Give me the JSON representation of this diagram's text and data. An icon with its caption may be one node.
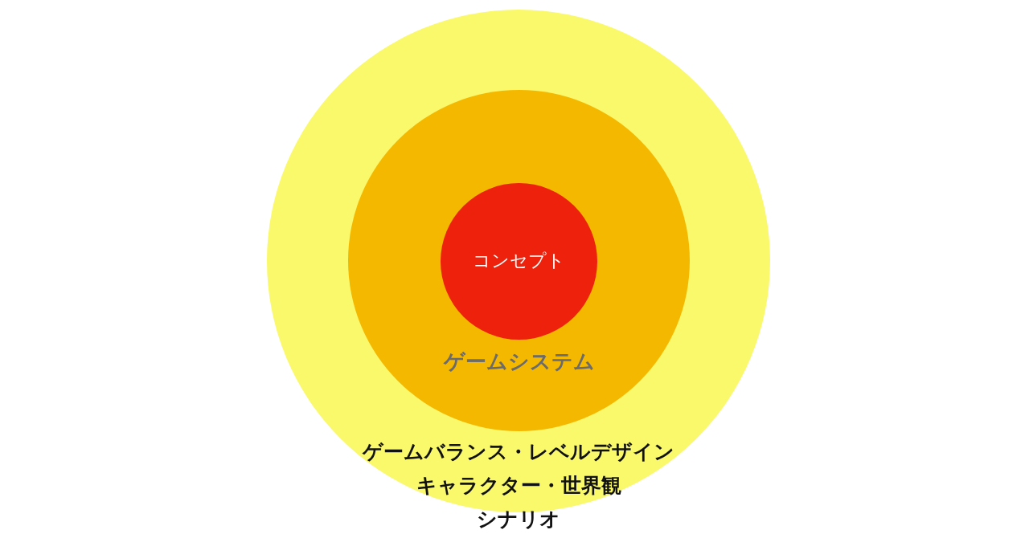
{
  "diagram": {
    "nodes": [
      {
        "text": [
          "ゲームバランス・レベルデザイン",
          "キャラクター・世界観",
          "シナリオ"
        ]
      },
      {
        "text": [
          "ゲームシステム"
        ],
        "in": 0
      },
      {
        "text": [
          "コンセプト"
        ],
        "in": 1
      }
    ]
  }
}
